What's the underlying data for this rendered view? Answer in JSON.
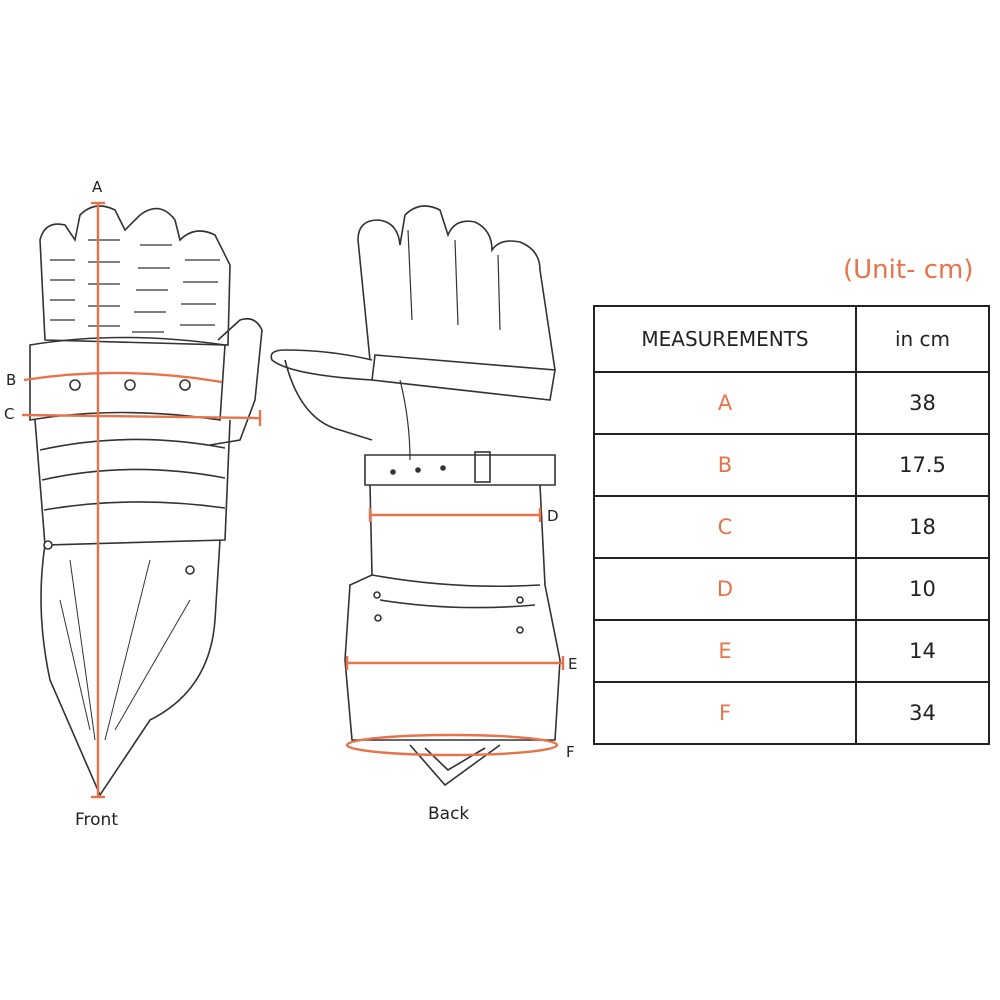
{
  "views": {
    "front": "Front",
    "back": "Back"
  },
  "markers": [
    "A",
    "B",
    "C",
    "D",
    "E",
    "F"
  ],
  "unit_note": "(Unit- cm)",
  "table": {
    "headers": [
      "MEASUREMENTS",
      "in cm"
    ],
    "rows": [
      {
        "key": "A",
        "value": "38"
      },
      {
        "key": "B",
        "value": "17.5"
      },
      {
        "key": "C",
        "value": "18"
      },
      {
        "key": "D",
        "value": "10"
      },
      {
        "key": "E",
        "value": "14"
      },
      {
        "key": "F",
        "value": "34"
      }
    ]
  },
  "colors": {
    "accent": "#e8734a",
    "line": "#333333"
  }
}
